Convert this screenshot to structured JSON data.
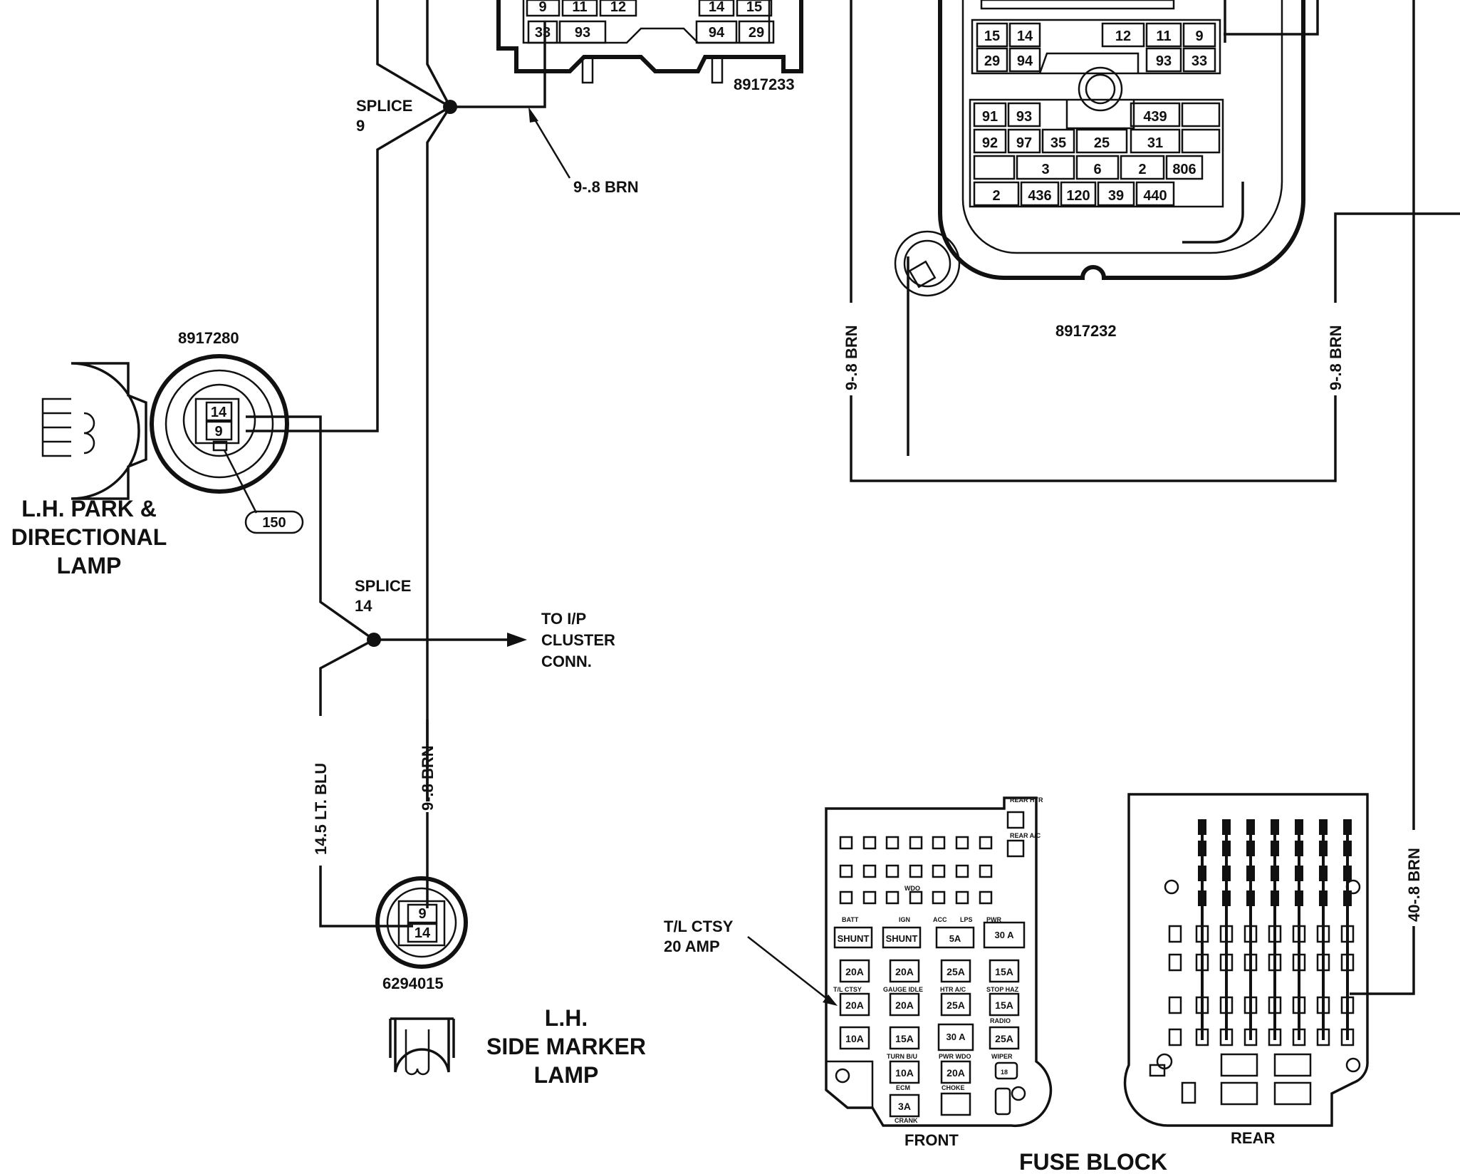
{
  "connectors": {
    "c8917233": {
      "part_number": "8917233",
      "row1": [
        "9",
        "11",
        "12",
        "14",
        "15"
      ],
      "row2": [
        "33",
        "93",
        "94",
        "29"
      ]
    },
    "c8917232": {
      "part_number": "8917232",
      "top_row1": [
        "15",
        "14",
        "12",
        "11",
        "9"
      ],
      "top_row2": [
        "29",
        "94",
        "93",
        "33"
      ],
      "main_r1": [
        "91",
        "93",
        "439"
      ],
      "main_r2": [
        "92",
        "97",
        "35",
        "25",
        "31"
      ],
      "main_r3": [
        "3",
        "6",
        "2",
        "806"
      ],
      "main_r4": [
        "2",
        "436",
        "120",
        "39",
        "440"
      ]
    },
    "c8917280": {
      "part_number": "8917280",
      "pins": [
        "14",
        "9"
      ],
      "ref_tag": "150"
    },
    "c6294015": {
      "part_number": "6294015",
      "pins": [
        "9",
        "14"
      ]
    }
  },
  "splices": {
    "splice9": {
      "line1": "SPLICE",
      "line2": "9"
    },
    "splice14": {
      "line1": "SPLICE",
      "line2": "14"
    }
  },
  "wires": {
    "w_brn_top": "9-.8 BRN",
    "w_brn_left_vert": "9-.8 BRN",
    "w_brn_right_vert": "9-.8 BRN",
    "w_brn_lower": "9-.8 BRN",
    "w_ltblu": "14.5 LT. BLU",
    "w_40brn": "40-.8 BRN"
  },
  "destinations": {
    "ip_cluster": [
      "TO I/P",
      "CLUSTER",
      "CONN."
    ]
  },
  "components": {
    "park_lamp": [
      "L.H. PARK &",
      "DIRECTIONAL",
      "LAMP"
    ],
    "side_marker": [
      "L.H.",
      "SIDE MARKER",
      "LAMP"
    ]
  },
  "fuse_block": {
    "title": "FUSE BLOCK",
    "front_label": "FRONT",
    "rear_label": "REAR",
    "callout": [
      "T/L CTSY",
      "20 AMP"
    ],
    "front_fuses": {
      "row1": [
        "SHUNT",
        "SHUNT",
        "5A",
        "30 A"
      ],
      "row2": [
        "20A",
        "20A",
        "25A",
        "15A"
      ],
      "row3": [
        "20A",
        "20A",
        "25A",
        "15A"
      ],
      "row4": [
        "10A",
        "15A",
        "30 A",
        "25A"
      ],
      "row5": [
        "10A",
        "20A"
      ],
      "row6": [
        "3A"
      ]
    },
    "front_small": [
      "BATT",
      "IGN",
      "ACC",
      "LPS",
      "PWR",
      "T/L CTSY",
      "GAUGE IDLE",
      "HTR A/C",
      "STOP HAZ",
      "TURN B/U",
      "PWR WDO",
      "RADIO",
      "WIPER",
      "ECM",
      "CHOKE",
      "CRANK",
      "WDO",
      "REAR HTR",
      "REAR A/C",
      "18"
    ]
  }
}
